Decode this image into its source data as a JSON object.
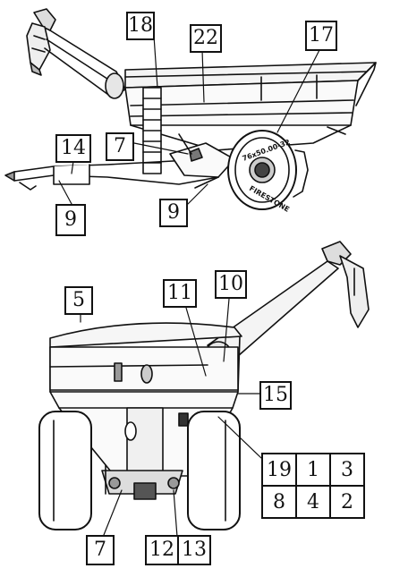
{
  "diagram": {
    "top_view_callouts": [
      {
        "key": "c18",
        "label": "18"
      },
      {
        "key": "c22",
        "label": "22"
      },
      {
        "key": "c17",
        "label": "17"
      },
      {
        "key": "c14",
        "label": "14"
      },
      {
        "key": "c7a",
        "label": "7"
      },
      {
        "key": "c9a",
        "label": "9"
      },
      {
        "key": "c9b",
        "label": "9"
      }
    ],
    "bottom_view_callouts": [
      {
        "key": "c5",
        "label": "5"
      },
      {
        "key": "c11",
        "label": "11"
      },
      {
        "key": "c10",
        "label": "10"
      },
      {
        "key": "c15",
        "label": "15"
      },
      {
        "key": "c7b",
        "label": "7"
      },
      {
        "key": "c12",
        "label": "12"
      },
      {
        "key": "c13",
        "label": "13"
      }
    ],
    "reference_grid": {
      "rows": [
        [
          "19",
          "1",
          "3"
        ],
        [
          "8",
          "4",
          "2"
        ]
      ]
    },
    "tire_text": {
      "size": "76x50.00-32",
      "brand": "FIRESTONE"
    }
  }
}
